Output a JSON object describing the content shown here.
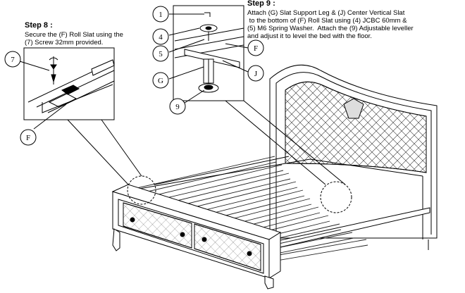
{
  "step8": {
    "title": "Step 8 :",
    "lines": [
      "Secure the (F) Roll Slat using the",
      "(7) Screw 32mm provided."
    ]
  },
  "step9": {
    "title": "Step 9 :",
    "lines": [
      "Attach (G) Slat Support Leg & (J) Center Vertical Slat",
      " to the bottom of (F) Roll Slat using (4) JCBC 60mm &",
      "(5) M6 Spring Washer.  Attach the (9) Adjustable leveller",
      "and adjust it to level the bed with the floor."
    ]
  },
  "callouts": {
    "c1": "1",
    "c4": "4",
    "c5": "5",
    "cG": "G",
    "c9": "9",
    "cF9": "F",
    "cJ": "J",
    "c7": "7",
    "cF8": "F"
  }
}
